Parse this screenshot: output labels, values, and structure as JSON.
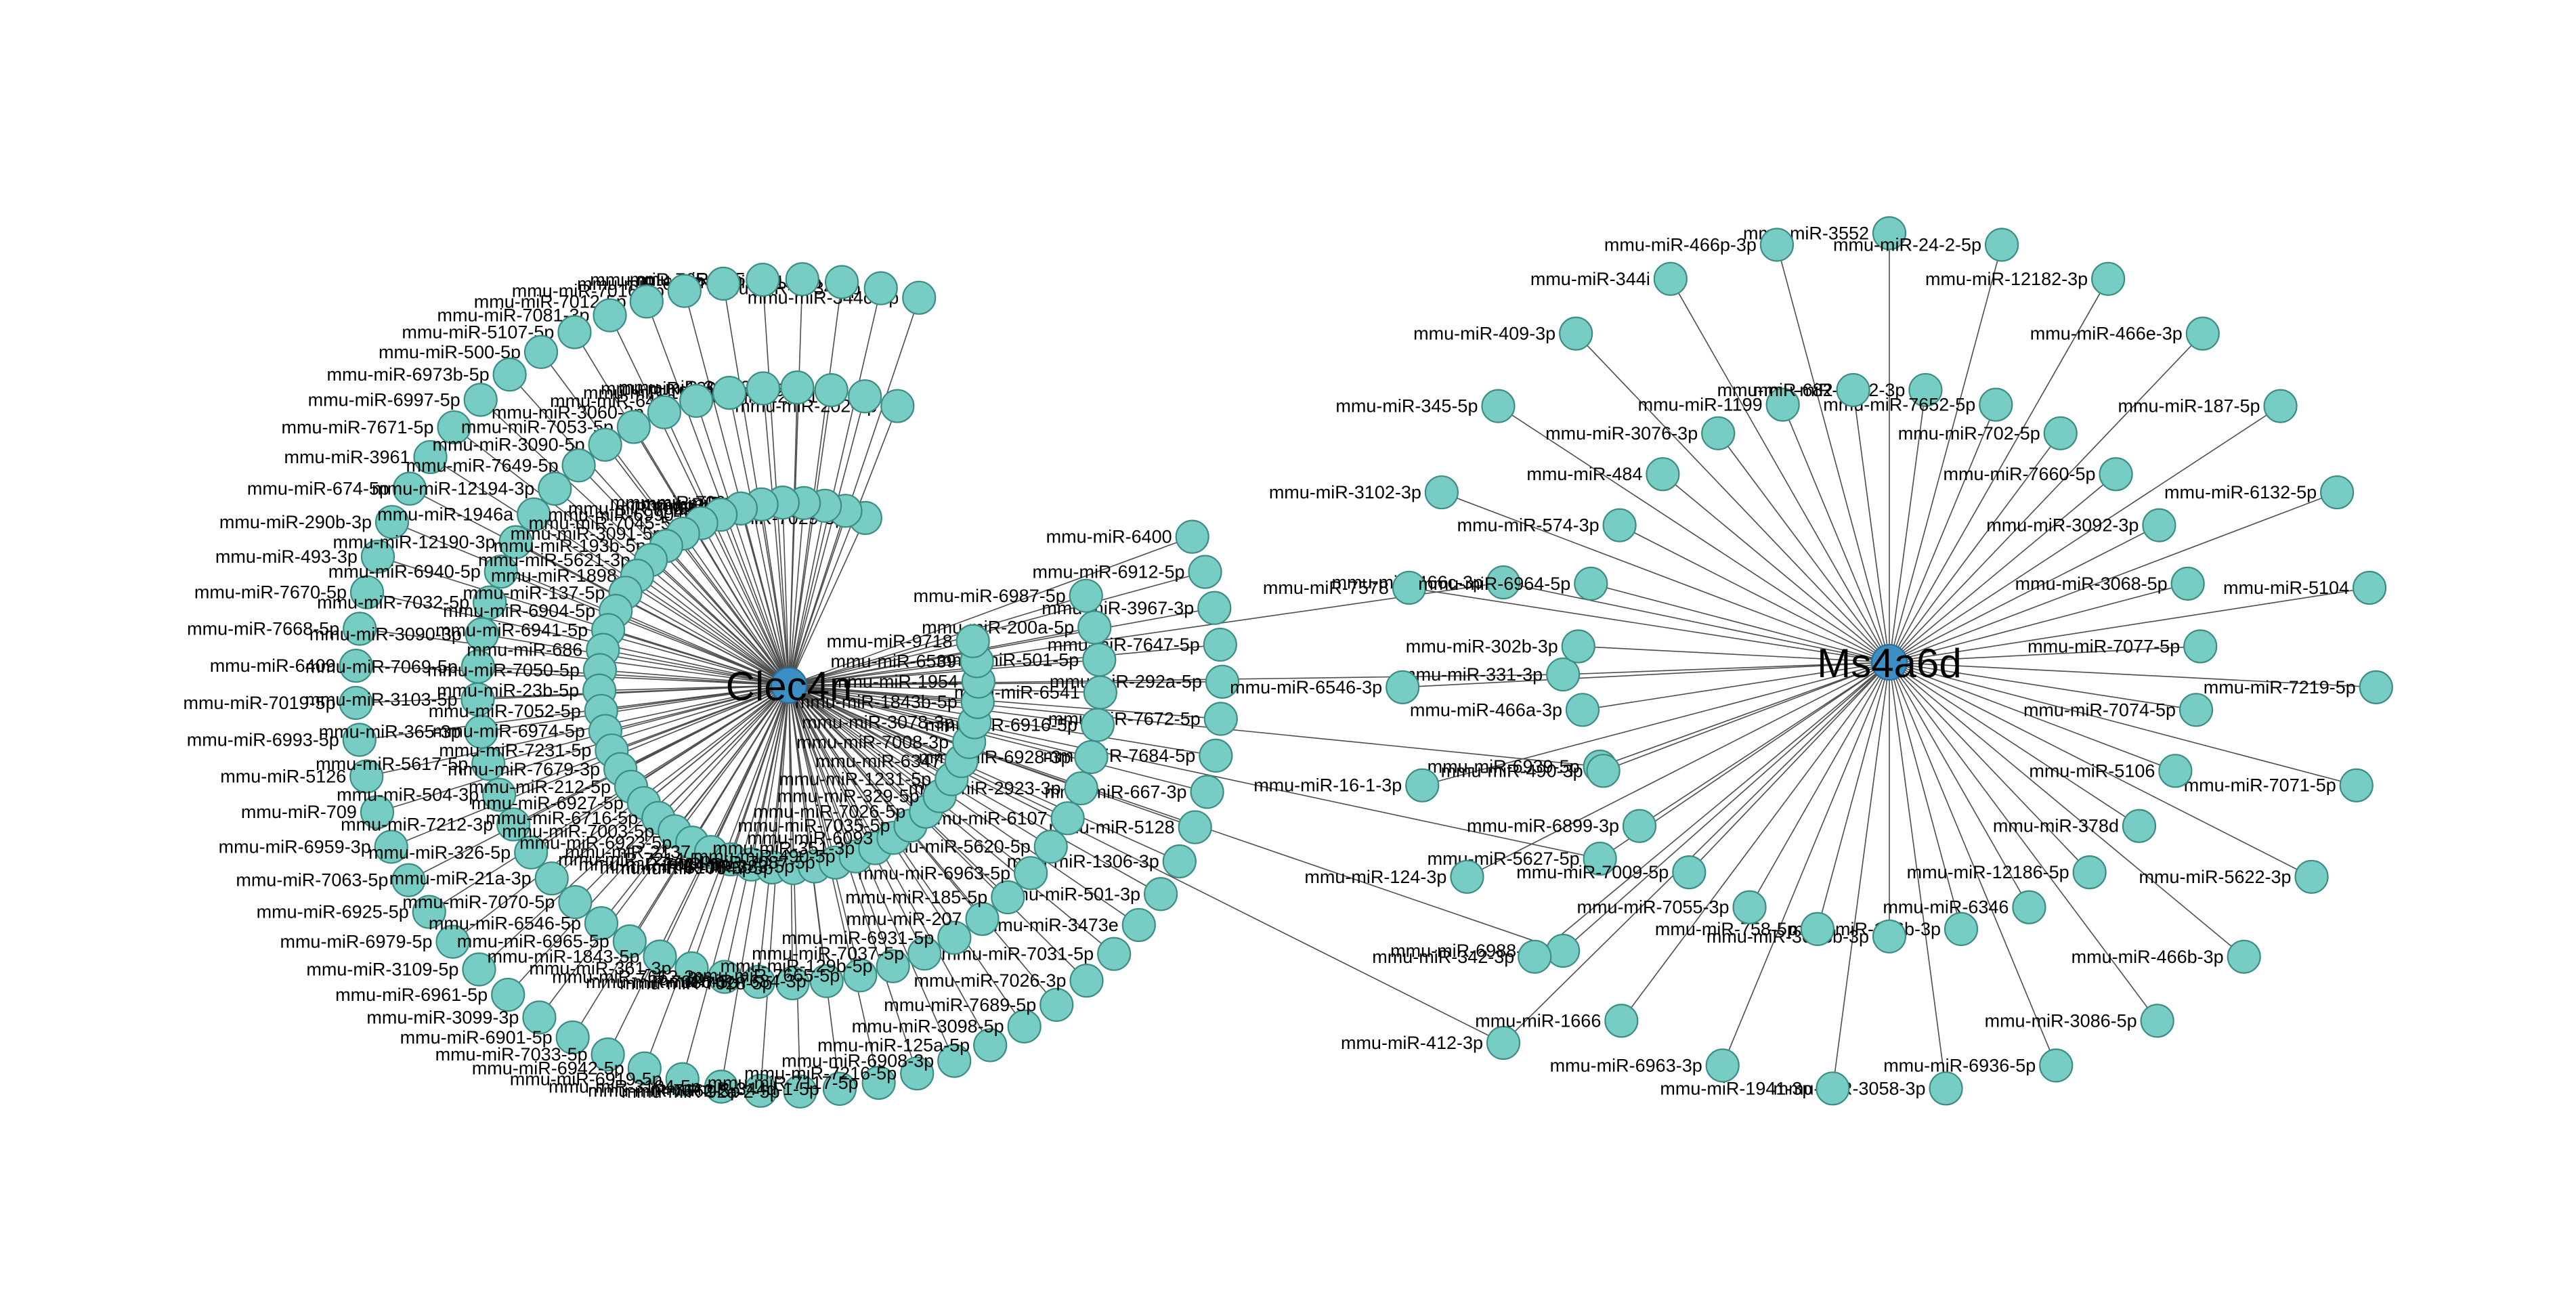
{
  "network": {
    "node_color": "#77cdc4",
    "hub_color": "#3b8fc5",
    "edge_color": "#4d4d4d",
    "hubs": [
      {
        "id": "clec4n",
        "label": "Clec4n"
      },
      {
        "id": "ms4a6d",
        "label": "Ms4a6d"
      }
    ],
    "clec4n_targets": [
      "mmu-miR-344c-5p",
      "mmu-miR-7034-5p",
      "mmu-miR-215-3p",
      "mmu-miR-7054-5p",
      "mmu-miR-7654-3p",
      "mmu-miR-6387",
      "mmu-miR-7016-3p",
      "mmu-miR-7012-5p",
      "mmu-miR-7081-3p",
      "mmu-miR-5107-5p",
      "mmu-miR-500-5p",
      "mmu-miR-6973b-5p",
      "mmu-miR-6997-5p",
      "mmu-miR-7671-5p",
      "mmu-miR-3961",
      "mmu-miR-674-5p",
      "mmu-miR-290b-3p",
      "mmu-miR-493-3p",
      "mmu-miR-7670-5p",
      "mmu-miR-7668-5p",
      "mmu-miR-6409",
      "mmu-miR-7019-5p",
      "mmu-miR-6993-5p",
      "mmu-miR-5126",
      "mmu-miR-709",
      "mmu-miR-6959-3p",
      "mmu-miR-7063-5p",
      "mmu-miR-6925-5p",
      "mmu-miR-6979-5p",
      "mmu-miR-3109-5p",
      "mmu-miR-6961-5p",
      "mmu-miR-3099-3p",
      "mmu-miR-6901-5p",
      "mmu-miR-7033-5p",
      "mmu-miR-6942-5p",
      "mmu-miR-6919-5p",
      "mmu-miR-3104-5p",
      "mmu-miR-7662-5p",
      "mmu-miR-92a-2-5p",
      "mmu-miR-344d-1-5p",
      "mmu-miR-7117-5p",
      "mmu-miR-7216-5p",
      "mmu-miR-6908-3p",
      "mmu-miR-125a-5p",
      "mmu-miR-3098-5p",
      "mmu-miR-7689-5p",
      "mmu-miR-7026-3p",
      "mmu-miR-7031-5p",
      "mmu-miR-3473e",
      "mmu-miR-501-3p",
      "mmu-miR-1306-3p",
      "mmu-miR-5128",
      "mmu-miR-667-3p",
      "mmu-miR-7684-5p",
      "mmu-miR-7672-5p",
      "mmu-miR-292a-5p",
      "mmu-miR-7647-5p",
      "mmu-miR-3967-3p",
      "mmu-miR-6912-5p",
      "mmu-miR-6400",
      "mmu-miR-202-3p",
      "mmu-miR-12201-5p",
      "mmu-miR-25-5p",
      "mmu-miR-30e-2-3p",
      "mmu-miR-129-5p",
      "mmu-miR-1983",
      "mmu-miR-6406",
      "mmu-miR-3060-3p",
      "mmu-miR-7053-5p",
      "mmu-miR-3090-5p",
      "mmu-miR-7649-5p",
      "mmu-miR-12194-3p",
      "mmu-miR-1946a",
      "mmu-miR-12190-3p",
      "mmu-miR-6940-5p",
      "mmu-miR-7032-5p",
      "mmu-miR-3090-3p",
      "mmu-miR-7069-5p",
      "mmu-miR-3103-5p",
      "mmu-miR-365-3p",
      "mmu-miR-5617-5p",
      "mmu-miR-504-3p",
      "mmu-miR-7212-3p",
      "mmu-miR-326-5p",
      "mmu-miR-21a-3p",
      "mmu-miR-7070-5p",
      "mmu-miR-6546-5p",
      "mmu-miR-6965-5p",
      "mmu-miR-1843-5p",
      "mmu-miR-361-3p",
      "mmu-miR-7662-3p",
      "mmu-miR-7086-5p",
      "mmu-miR-7028-5p",
      "mmu-miR-7684-3p",
      "mmu-miR-7665-5p",
      "mmu-miR-129b-5p",
      "mmu-miR-7037-5p",
      "mmu-miR-6931-5p",
      "mmu-miR-207",
      "mmu-miR-185-5p",
      "mmu-miR-6963-5p",
      "mmu-miR-5620-5p",
      "mmu-miR-6107",
      "mmu-miR-2923-3p",
      "mmu-miR-6928-3p",
      "mmu-miR-6916-5p",
      "mmu-miR-6541",
      "mmu-miR-501-5p",
      "mmu-miR-200a-5p",
      "mmu-miR-6987-5p",
      "mmu-miR-7029-3p",
      "mmu-miR-6910-5p",
      "mmu-miR-7011-3p",
      "mmu-miR-423-5p",
      "mmu-miR-7092-3p",
      "mmu-miR-703",
      "mmu-miR-7022-3p",
      "mmu-miR-6990-5p",
      "mmu-miR-7045-5p",
      "mmu-miR-3091-5p",
      "mmu-miR-193b-5p",
      "mmu-miR-5621-3p",
      "mmu-miR-1898",
      "mmu-miR-137-5p",
      "mmu-miR-6904-5p",
      "mmu-miR-6941-5p",
      "mmu-miR-686",
      "mmu-miR-7050-5p",
      "mmu-miR-23b-5p",
      "mmu-miR-7052-5p",
      "mmu-miR-6974-5p",
      "mmu-miR-7231-5p",
      "mmu-miR-7679-3p",
      "mmu-miR-212-5p",
      "mmu-miR-6927-5p",
      "mmu-miR-6716-5p",
      "mmu-miR-7003-5p",
      "mmu-miR-6923-5p",
      "mmu-miR-2137",
      "mmu-miR-7214-5p",
      "mmu-miR-7024-5p",
      "mmu-miR-5107-3p",
      "mmu-miR-7047-5p",
      "mmu-miR-383-5p",
      "mmu-miR-7087-5p",
      "mmu-miR-490-5p",
      "mmu-miR-351-3p",
      "mmu-miR-6093",
      "mmu-miR-7035-5p",
      "mmu-miR-7026-5p",
      "mmu-miR-329-5p",
      "mmu-miR-1231-5p",
      "mmu-miR-6347",
      "mmu-miR-7008-3p",
      "mmu-miR-3078-3p",
      "mmu-miR-1843b-5p",
      "mmu-miR-1954",
      "mmu-miR-6539",
      "mmu-miR-9718"
    ],
    "shared_targets": [
      "mmu-miR-466c-3p",
      "mmu-miR-331-3p",
      "mmu-miR-6939-5p",
      "mmu-miR-5627-5p",
      "mmu-miR-6988-5p",
      "mmu-miR-412-3p"
    ],
    "ms4a6d_targets": [
      "mmu-miR-3552",
      "mmu-miR-7032-3p",
      "mmu-miR-24-2-5p",
      "mmu-miR-7652-5p",
      "mmu-miR-12182-3p",
      "mmu-miR-702-5p",
      "mmu-miR-466e-3p",
      "mmu-miR-7660-5p",
      "mmu-miR-187-5p",
      "mmu-miR-3092-3p",
      "mmu-miR-6132-5p",
      "mmu-miR-3068-5p",
      "mmu-miR-5104",
      "mmu-miR-7077-5p",
      "mmu-miR-7219-5p",
      "mmu-miR-7074-5p",
      "mmu-miR-7071-5p",
      "mmu-miR-5106",
      "mmu-miR-5622-3p",
      "mmu-miR-378d",
      "mmu-miR-466b-3p",
      "mmu-miR-12186-5p",
      "mmu-miR-3086-5p",
      "mmu-miR-6346",
      "mmu-miR-6936-5p",
      "mmu-miR-106b-3p",
      "mmu-miR-3058-3p",
      "mmu-miR-3083b-3p",
      "mmu-miR-1941-3p",
      "mmu-miR-758-5p",
      "mmu-miR-6963-3p",
      "mmu-miR-7055-3p",
      "mmu-miR-1666",
      "mmu-miR-7009-5p",
      "mmu-miR-342-3p",
      "mmu-miR-6899-3p",
      "mmu-miR-124-3p",
      "mmu-miR-490-3p",
      "mmu-miR-16-1-3p",
      "mmu-miR-466a-3p",
      "mmu-miR-6546-3p",
      "mmu-miR-302b-3p",
      "mmu-miR-7578",
      "mmu-miR-6964-5p",
      "mmu-miR-3102-3p",
      "mmu-miR-574-3p",
      "mmu-miR-345-5p",
      "mmu-miR-484",
      "mmu-miR-409-3p",
      "mmu-miR-3076-3p",
      "mmu-miR-344i",
      "mmu-miR-1199",
      "mmu-miR-466p-3p",
      "mmu-miR-682"
    ]
  }
}
